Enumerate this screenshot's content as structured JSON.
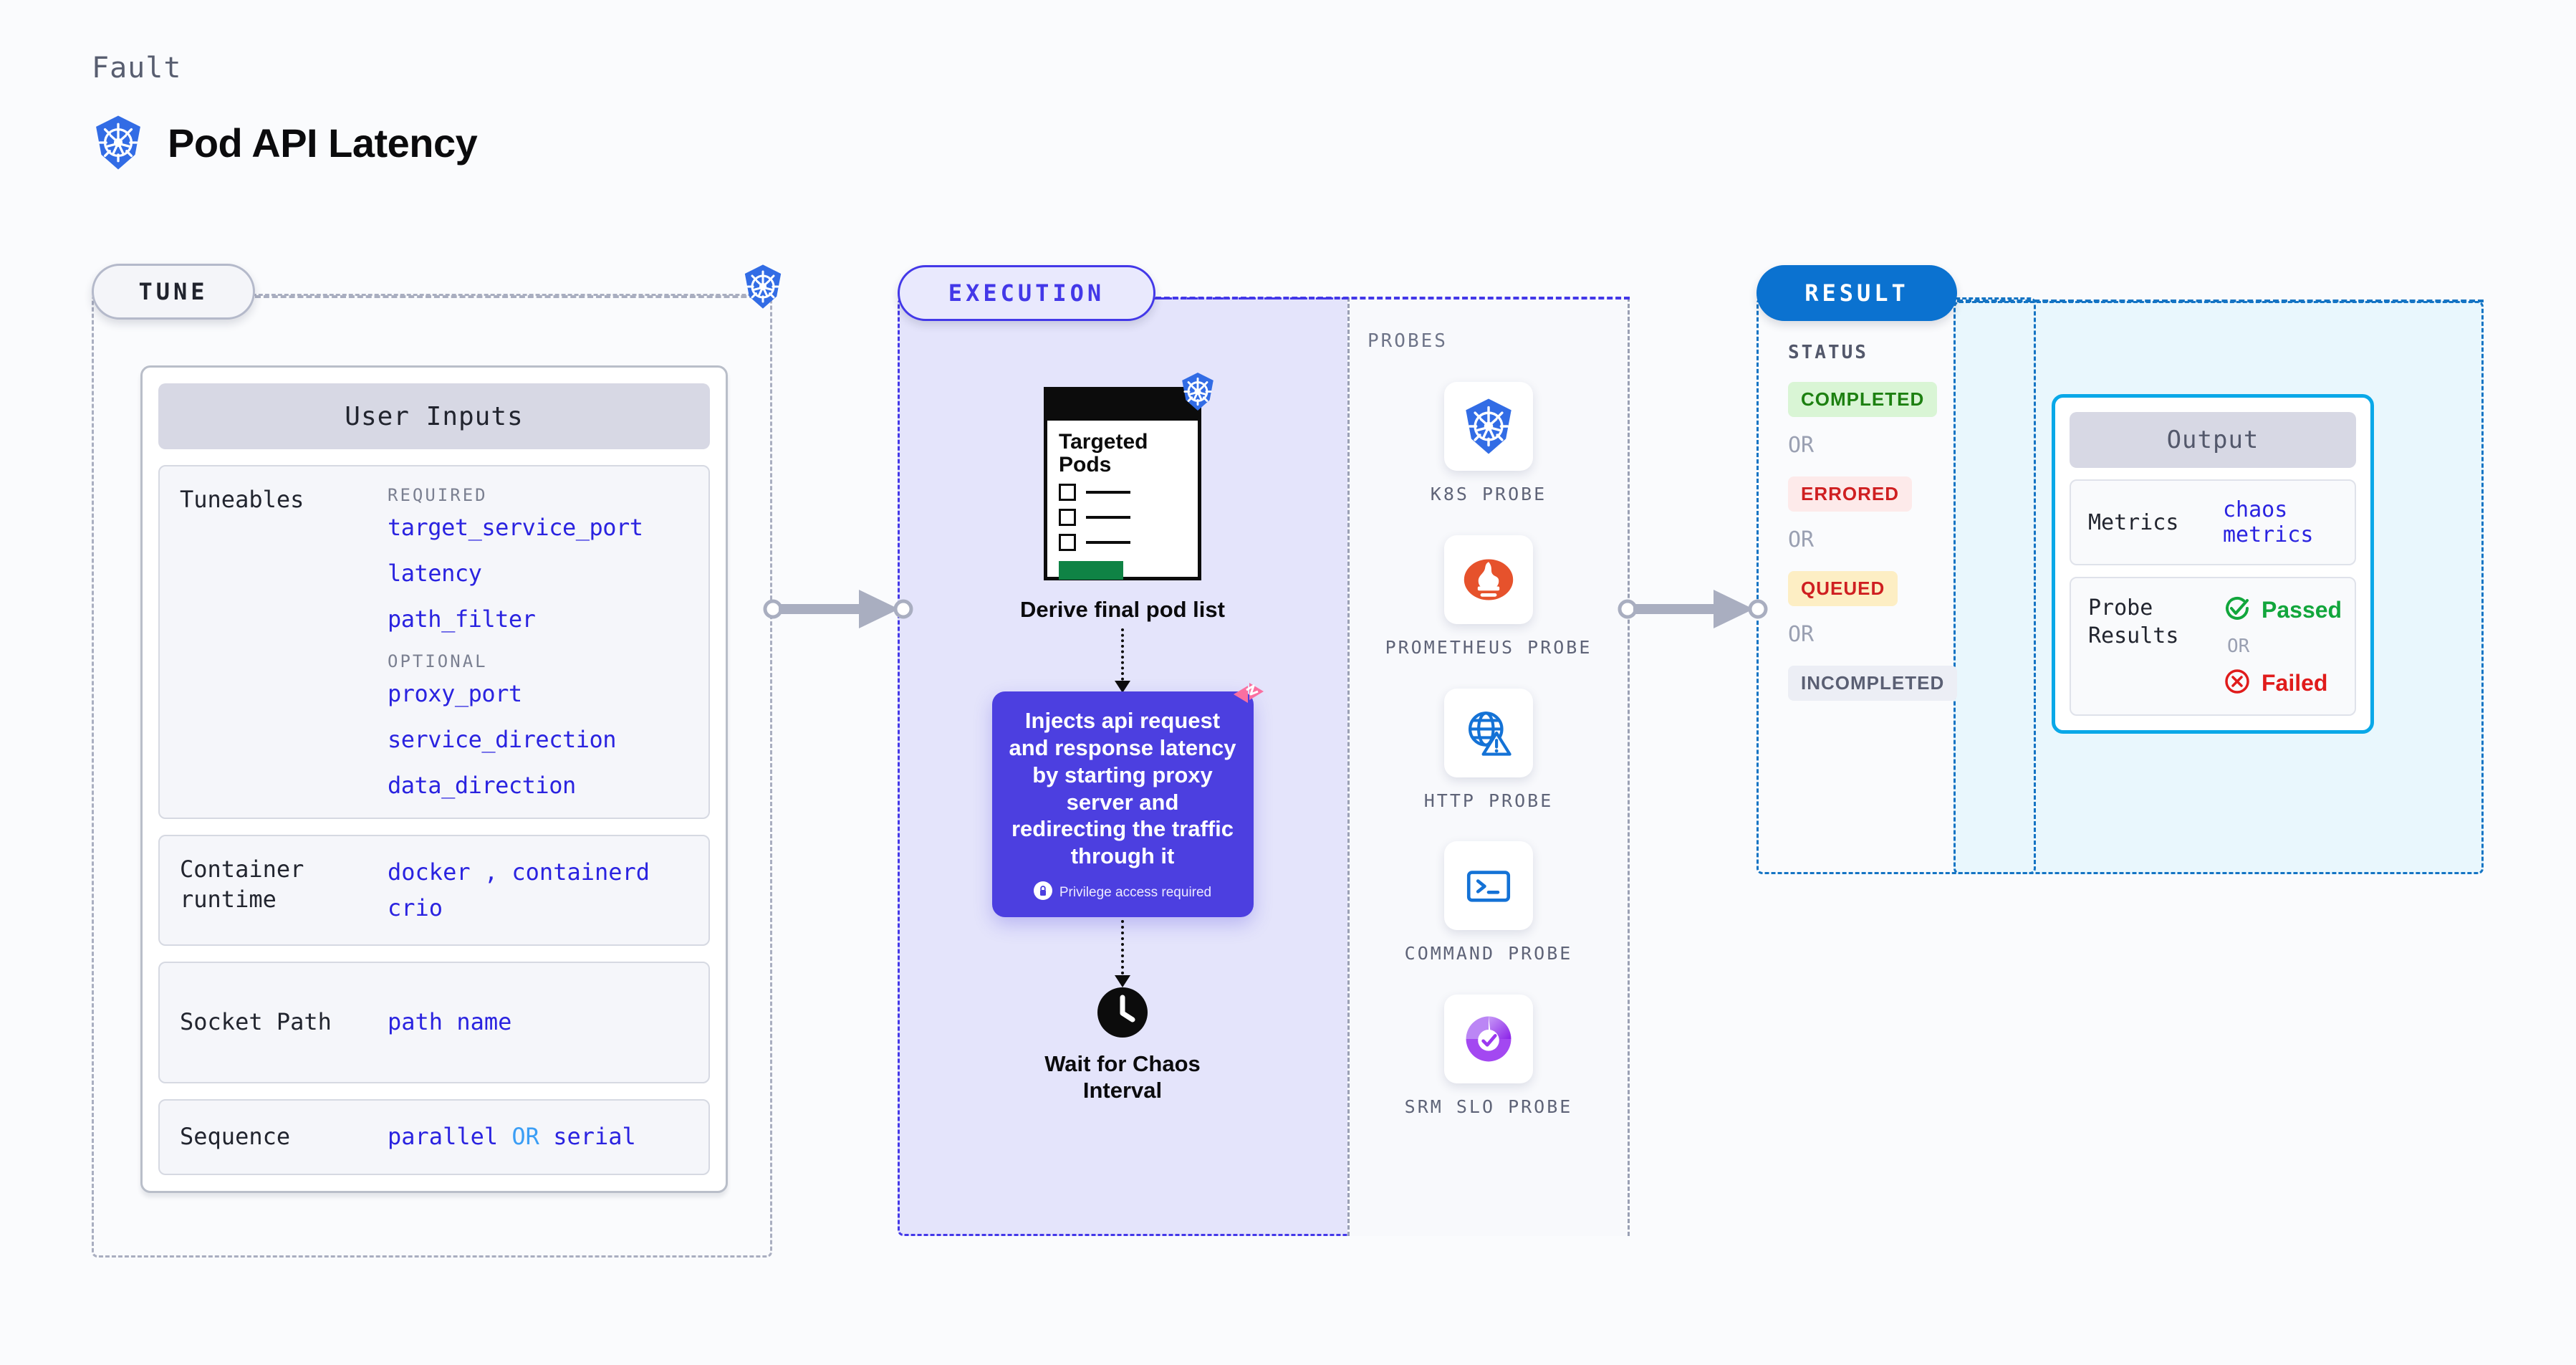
{
  "header": {
    "eyebrow": "Fault",
    "title": "Pod API Latency",
    "icon": "kubernetes-icon"
  },
  "stages": {
    "tune": {
      "label": "TUNE"
    },
    "execution": {
      "label": "EXECUTION"
    },
    "result": {
      "label": "RESULT"
    }
  },
  "tune": {
    "card_title": "User Inputs",
    "tuneables": {
      "label": "Tuneables",
      "required_label": "REQUIRED",
      "required": [
        "target_service_port",
        "latency",
        "path_filter"
      ],
      "optional_label": "OPTIONAL",
      "optional": [
        "proxy_port",
        "service_direction",
        "data_direction"
      ]
    },
    "container_runtime": {
      "label": "Container runtime",
      "values": [
        "docker",
        "containerd",
        "crio"
      ],
      "separator": ","
    },
    "socket_path": {
      "label": "Socket Path",
      "value": "path name"
    },
    "sequence": {
      "label": "Sequence",
      "value_a": "parallel",
      "conjunction": "OR",
      "value_b": "serial"
    }
  },
  "execution": {
    "pod_card": {
      "title_line1": "Targeted",
      "title_line2": "Pods",
      "icon": "kubernetes-icon"
    },
    "derive_caption": "Derive final pod list",
    "inject": {
      "text": "Injects api request and response latency by starting proxy server and redirecting the traffic through it",
      "privilege_note": "Privilege access required",
      "lock_icon": "lock-icon",
      "brand_icon": "litmus-icon",
      "color": "#4c3fe0"
    },
    "wait": {
      "caption_line1": "Wait for Chaos",
      "caption_line2": "Interval",
      "icon": "clock-icon"
    }
  },
  "probes": {
    "title": "PROBES",
    "items": [
      {
        "name": "K8S PROBE",
        "icon": "kubernetes-icon"
      },
      {
        "name": "PROMETHEUS PROBE",
        "icon": "prometheus-icon"
      },
      {
        "name": "HTTP PROBE",
        "icon": "globe-warning-icon"
      },
      {
        "name": "COMMAND PROBE",
        "icon": "terminal-icon"
      },
      {
        "name": "SRM SLO PROBE",
        "icon": "srm-slo-icon"
      }
    ]
  },
  "result": {
    "status_title": "STATUS",
    "or_label": "OR",
    "statuses": [
      {
        "label": "COMPLETED",
        "tone": "success"
      },
      {
        "label": "ERRORED",
        "tone": "error"
      },
      {
        "label": "QUEUED",
        "tone": "warning"
      },
      {
        "label": "INCOMPLETED",
        "tone": "neutral"
      }
    ]
  },
  "output": {
    "card_title": "Output",
    "metrics": {
      "label": "Metrics",
      "value": "chaos metrics"
    },
    "probe_results": {
      "label": "Probe Results",
      "passed": "Passed",
      "or_label": "OR",
      "failed": "Failed",
      "passed_icon": "check-circle-icon",
      "failed_icon": "x-circle-icon"
    }
  },
  "colors": {
    "accent_blue": "#0b72d0",
    "accent_purple": "#4338e8",
    "accent_cyan": "#09a8e8",
    "code_purple": "#2a23e0",
    "success": "#1d8011",
    "error": "#cf1f21",
    "warning": "#fdeec4"
  }
}
